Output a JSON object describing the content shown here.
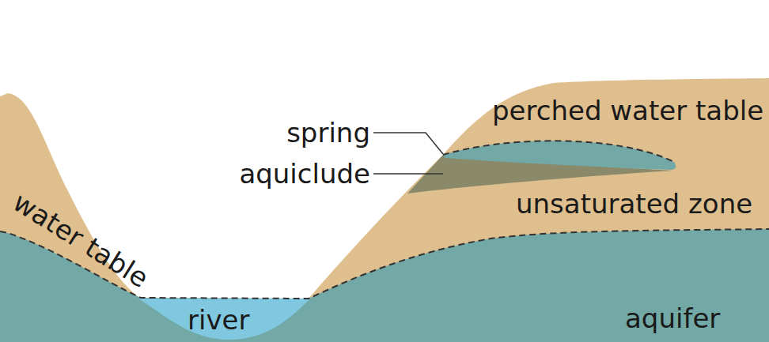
{
  "diagram": {
    "labels": [
      "perched water table",
      "spring",
      "aquiclude",
      "unsaturated zone",
      "water table",
      "river",
      "aquifer"
    ]
  }
}
